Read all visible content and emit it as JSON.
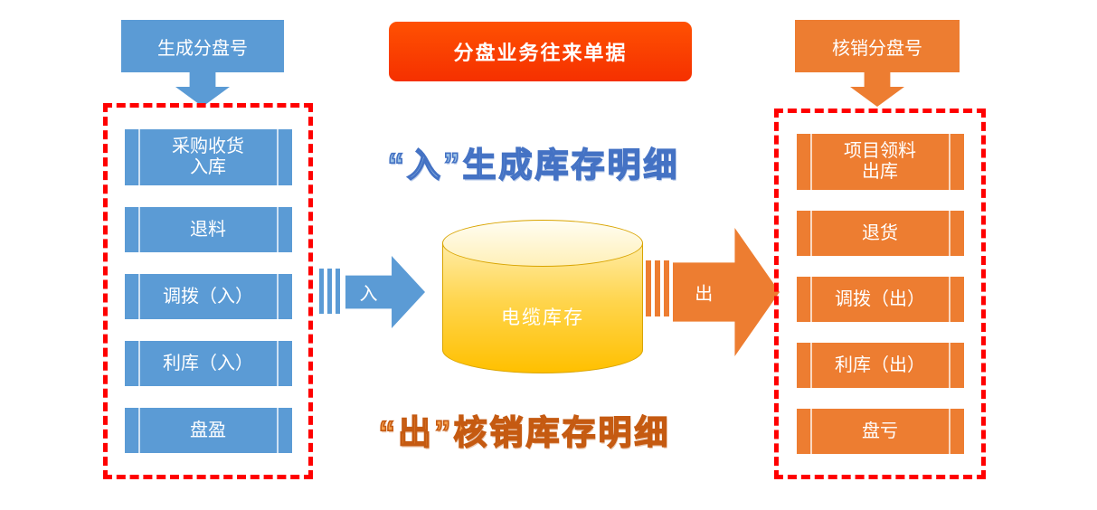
{
  "diagram": {
    "left": {
      "header": "生成分盘号",
      "items": [
        {
          "label": "采购收货\n入库"
        },
        {
          "label": "退料"
        },
        {
          "label": "调拨（入）"
        },
        {
          "label": "利库（入）"
        },
        {
          "label": "盘盈"
        }
      ]
    },
    "center": {
      "banner": "分盘业务往来单据",
      "in_caption": "“入”生成库存明细",
      "out_caption": "“出”核销库存明细",
      "cylinder_label": "电缆库存",
      "in_arrow": "入",
      "out_arrow": "出"
    },
    "right": {
      "header": "核销分盘号",
      "items": [
        {
          "label": "项目领料\n出库"
        },
        {
          "label": "退货"
        },
        {
          "label": "调拨（出）"
        },
        {
          "label": "利库（出）"
        },
        {
          "label": "盘亏"
        }
      ]
    }
  },
  "colors": {
    "blue": "#5B9BD5",
    "orange": "#ED7D31",
    "red_banner": "#F53000",
    "dashed_border": "#FF0000",
    "cylinder_top": "#FFF0B8",
    "cylinder_bottom": "#FFC000"
  }
}
